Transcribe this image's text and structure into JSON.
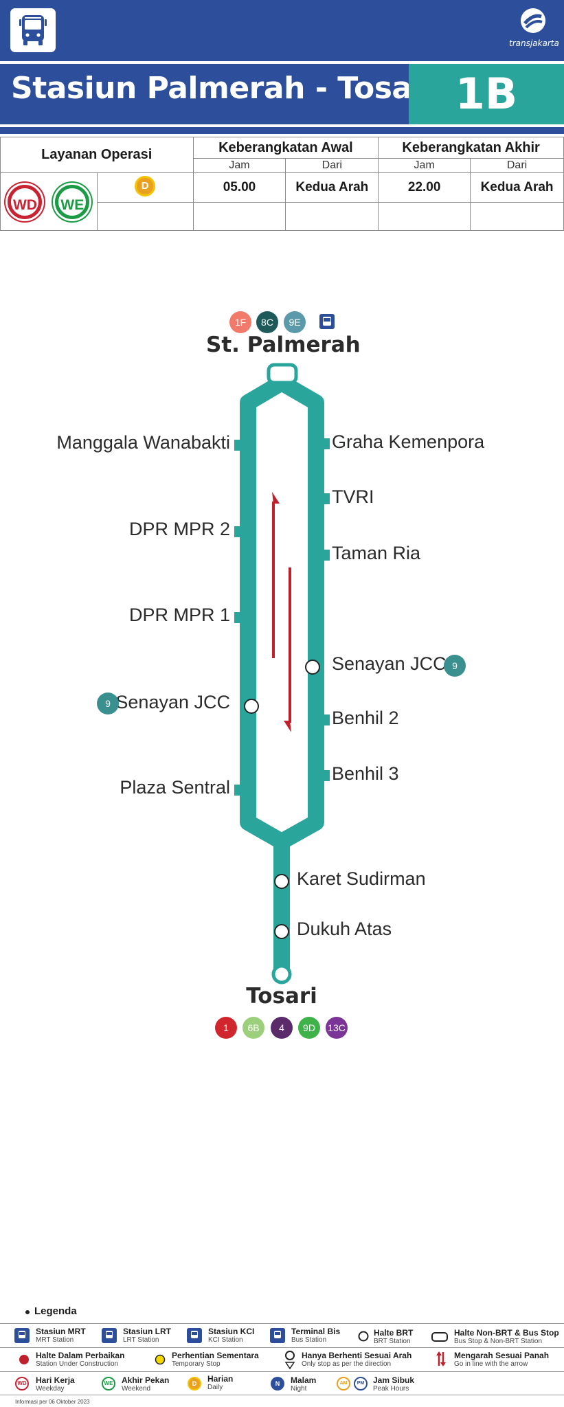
{
  "header": {
    "brand_text": "transjakarta",
    "title": "Stasiun Palmerah - Tosari",
    "route_code": "1B",
    "route_color": "#2aa59b",
    "header_color": "#2d4f9b"
  },
  "schedule": {
    "layanan_label": "Layanan Operasi",
    "awal_label": "Keberangkatan Awal",
    "akhir_label": "Keberangkatan Akhir",
    "jam_label": "Jam",
    "dari_label": "Dari",
    "badges": {
      "wd": "WD",
      "we": "WE",
      "d": "D"
    },
    "awal_jam": "05.00",
    "awal_dari": "Kedua Arah",
    "akhir_jam": "22.00",
    "akhir_dari": "Kedua Arah"
  },
  "map": {
    "north_terminal": "St. Palmerah",
    "south_terminal": "Tosari",
    "north_connections": [
      {
        "code": "1F",
        "color": "#f27a6a"
      },
      {
        "code": "8C",
        "color": "#1e5a5a"
      },
      {
        "code": "9E",
        "color": "#5a9aab"
      }
    ],
    "south_connections": [
      {
        "code": "1",
        "color": "#d0262e"
      },
      {
        "code": "6B",
        "color": "#9ccf7c"
      },
      {
        "code": "4",
        "color": "#5b2a6b"
      },
      {
        "code": "9D",
        "color": "#3fb34a"
      },
      {
        "code": "13C",
        "color": "#7a3596"
      }
    ],
    "left_stations": [
      "Manggala Wanabakti",
      "DPR MPR 2",
      "DPR MPR 1",
      "Senayan JCC",
      "Plaza Sentral"
    ],
    "right_stations": [
      "Graha Kemenpora",
      "TVRI",
      "Taman Ria",
      "Senayan JCC",
      "Benhil 2",
      "Benhil 3"
    ],
    "trunk_stations": [
      "Karet Sudirman",
      "Dukuh Atas"
    ],
    "transfer_badge": "9",
    "transfer_color": "#3a8f8f"
  },
  "legend": {
    "title": "Legenda",
    "items": [
      {
        "title": "Stasiun MRT",
        "sub": "MRT Station"
      },
      {
        "title": "Stasiun LRT",
        "sub": "LRT Station"
      },
      {
        "title": "Stasiun KCI",
        "sub": "KCI Station"
      },
      {
        "title": "Terminal Bis",
        "sub": "Bus Station"
      },
      {
        "title": "Halte BRT",
        "sub": "BRT Station"
      },
      {
        "title": "Halte Non-BRT & Bus Stop",
        "sub": "Bus Stop & Non-BRT Station"
      },
      {
        "title": "Halte Dalam Perbaikan",
        "sub": "Station Under Construction"
      },
      {
        "title": "Perhentian Sementara",
        "sub": "Temporary Stop"
      },
      {
        "title": "Hanya Berhenti Sesuai Arah",
        "sub": "Only stop as per the direction"
      },
      {
        "title": "Mengarah Sesuai Panah",
        "sub": "Go in line with the arrow"
      },
      {
        "title": "Hari Kerja",
        "sub": "Weekday"
      },
      {
        "title": "Akhir Pekan",
        "sub": "Weekend"
      },
      {
        "title": "Harian",
        "sub": "Daily"
      },
      {
        "title": "Malam",
        "sub": "Night"
      },
      {
        "title": "Jam Sibuk",
        "sub": "Peak Hours"
      }
    ],
    "badge_wd": "WD",
    "badge_we": "WE",
    "badge_d": "D",
    "badge_n": "N",
    "badge_am": "AM",
    "badge_pm": "PM"
  },
  "footnote": "Informasi per 06 Oktober 2023"
}
